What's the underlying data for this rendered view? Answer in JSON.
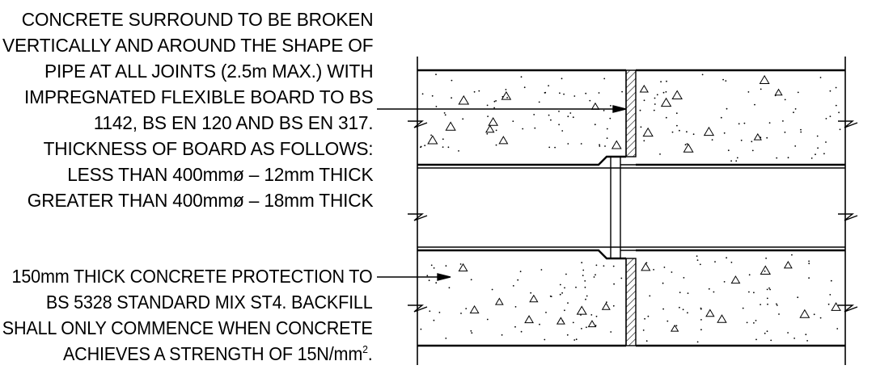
{
  "notes": {
    "board": {
      "lines": [
        "CONCRETE SURROUND TO BE BROKEN",
        "VERTICALLY AND AROUND THE SHAPE OF",
        "PIPE AT ALL JOINTS (2.5m MAX.) WITH",
        "IMPREGNATED FLEXIBLE BOARD TO BS",
        "1142, BS EN 120 AND BS EN 317.",
        "THICKNESS OF BOARD AS FOLLOWS:",
        "LESS THAN 400mmø – 12mm THICK",
        "GREATER THAN 400mmø – 18mm THICK"
      ]
    },
    "protection": {
      "lines": [
        "150mm THICK CONCRETE PROTECTION TO",
        "BS 5328 STANDARD MIX ST4. BACKFILL",
        "SHALL ONLY COMMENCE WHEN CONCRETE"
      ],
      "last_line_text": "ACHIEVES A STRENGTH OF 15N/mm",
      "last_line_sup": "2",
      "last_line_end": "."
    }
  },
  "colors": {
    "line": "#000000",
    "background": "#ffffff"
  }
}
